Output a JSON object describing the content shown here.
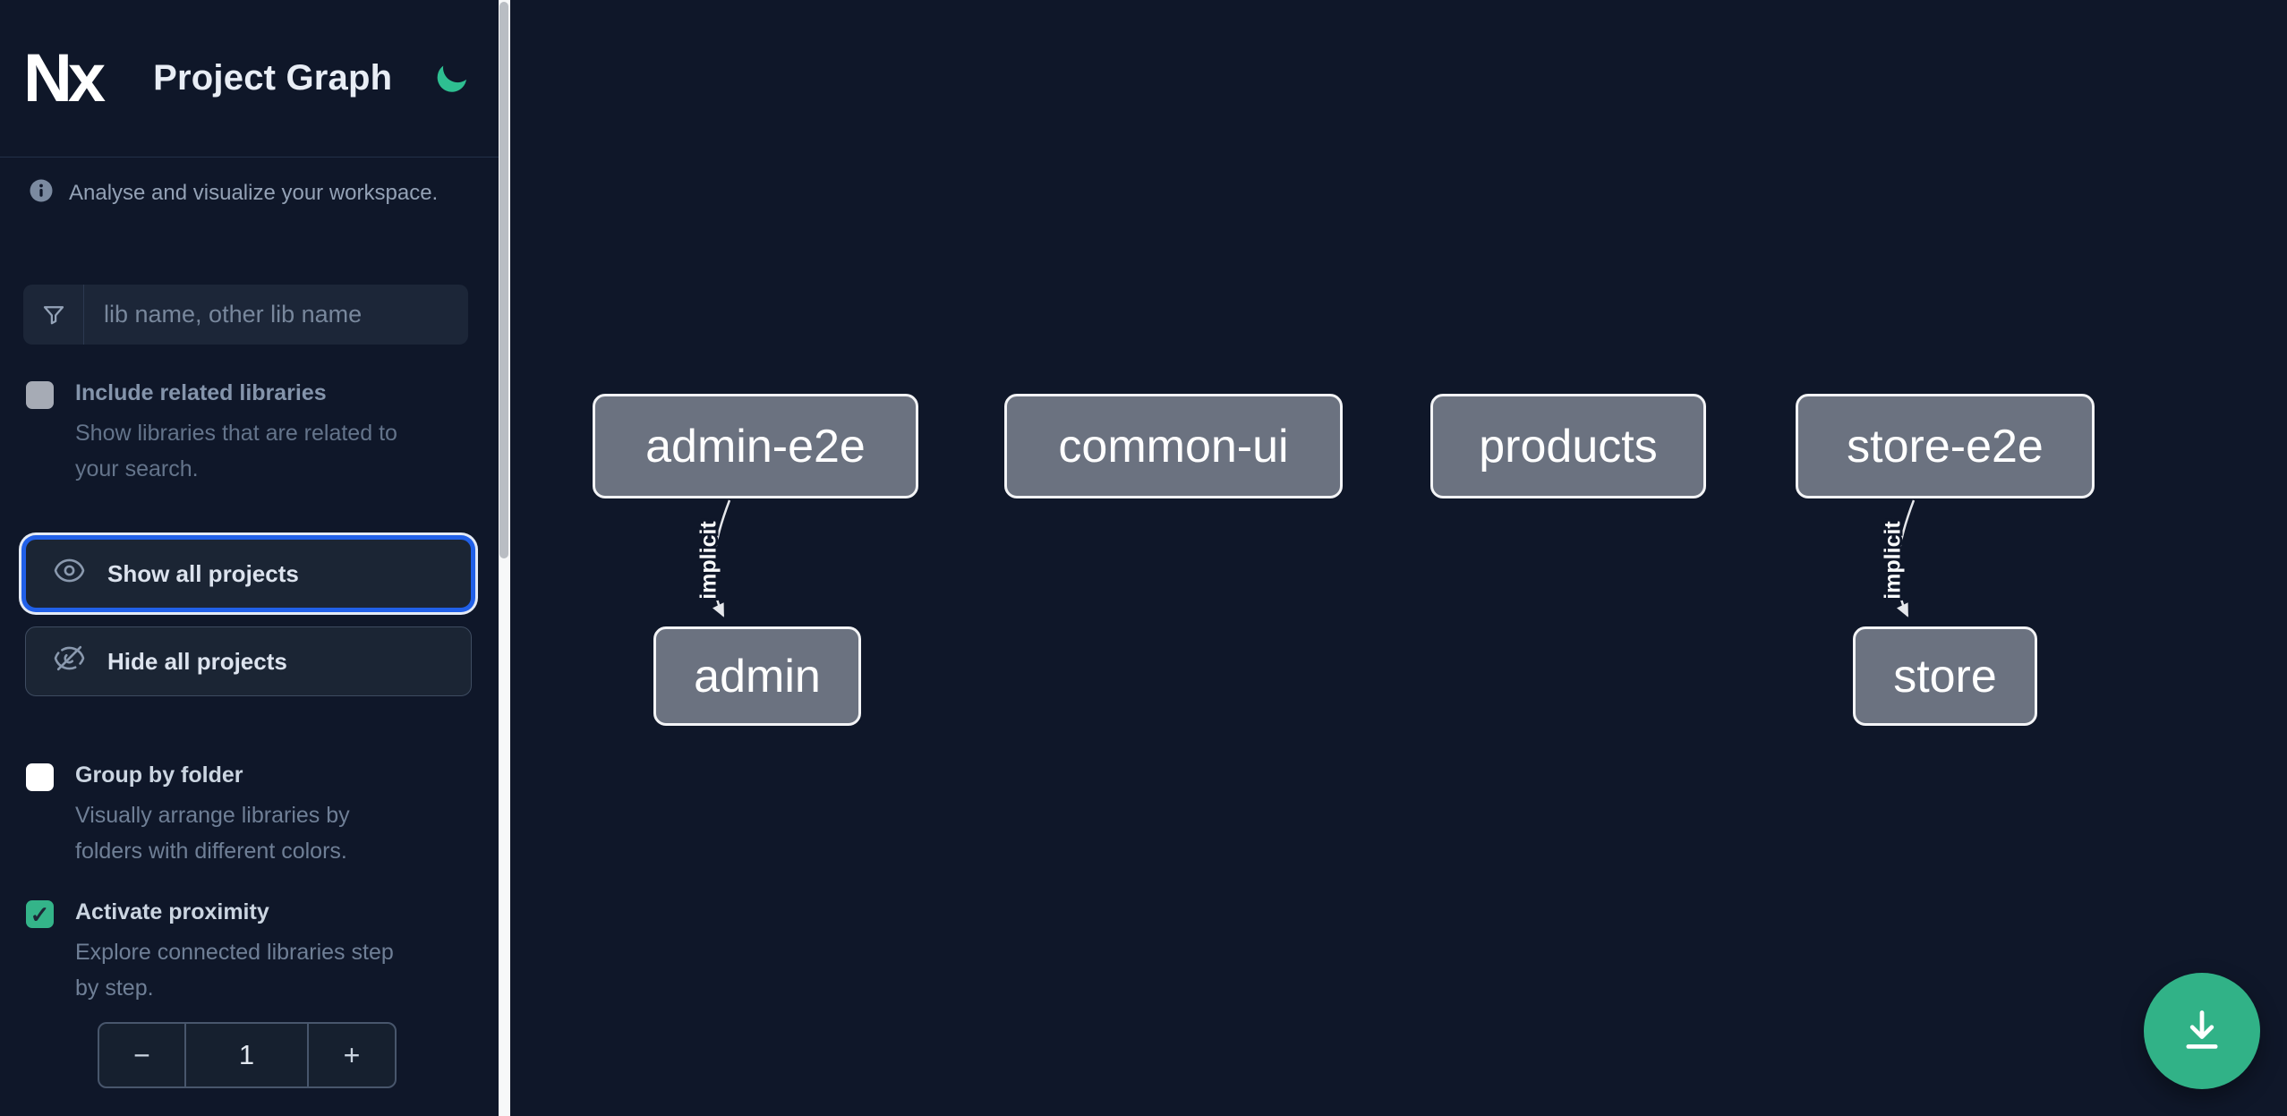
{
  "header": {
    "logo_text": "Nx",
    "title": "Project Graph"
  },
  "sidebar": {
    "tagline": "Analyse and visualize your workspace.",
    "filter": {
      "placeholder": "lib name, other lib name",
      "value": ""
    },
    "options": [
      {
        "id": "include-related-libraries",
        "label": "Include related libraries",
        "description": "Show libraries that are related to\nyour search.",
        "checked": false,
        "disabled": true
      },
      {
        "id": "group-by-folder",
        "label": "Group by folder",
        "description": "Visually arrange libraries by\nfolders with different colors.",
        "checked": false,
        "disabled": false
      },
      {
        "id": "activate-proximity",
        "label": "Activate proximity",
        "description": "Explore connected libraries step\nby step.",
        "checked": true,
        "disabled": false
      }
    ],
    "buttons": [
      {
        "id": "show-all",
        "label": "Show all projects",
        "focused": true
      },
      {
        "id": "hide-all",
        "label": "Hide all projects",
        "focused": false
      }
    ],
    "stepper": {
      "decrement_label": "−",
      "value": "1",
      "increment_label": "+"
    },
    "checkmark_glyph": "✓"
  },
  "graph": {
    "nodes": [
      {
        "id": "admin-e2e",
        "label": "admin-e2e"
      },
      {
        "id": "common-ui",
        "label": "common-ui"
      },
      {
        "id": "products",
        "label": "products"
      },
      {
        "id": "store-e2e",
        "label": "store-e2e"
      },
      {
        "id": "admin",
        "label": "admin"
      },
      {
        "id": "store",
        "label": "store"
      }
    ],
    "edges": [
      {
        "source": "admin-e2e",
        "target": "admin",
        "label": "implicit"
      },
      {
        "source": "store-e2e",
        "target": "store",
        "label": "implicit"
      }
    ]
  },
  "fab": {
    "icon": "download"
  },
  "colors": {
    "background": "#0f1729",
    "accent_teal": "#2ebf91",
    "checkbox_checked": "#34b489",
    "focus_ring_blue": "#2160e8",
    "node_fill": "#6b7280",
    "node_border": "#f3f4f6",
    "edge": "#e5e7eb",
    "fab": "#31b287",
    "muted_text": "#64748b"
  }
}
